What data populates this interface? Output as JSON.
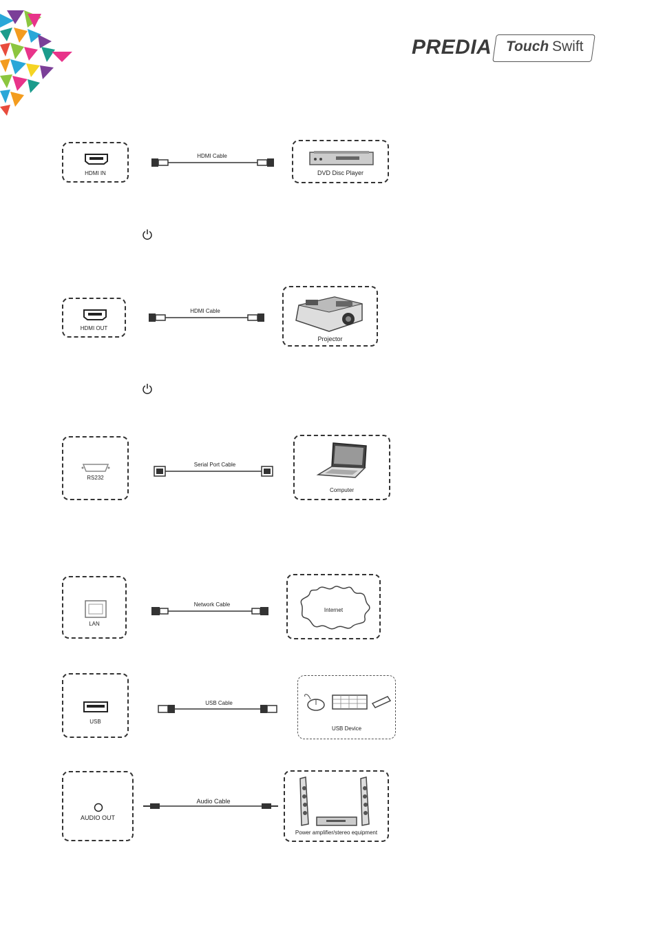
{
  "brand": {
    "name": "PREDIA",
    "product_bold": "Touch",
    "product_light": "Swift"
  },
  "diagrams": [
    {
      "id": "hdmi-in",
      "port_label": "HDMI IN",
      "cable_label": "HDMI Cable",
      "device_label": "DVD Disc Player"
    },
    {
      "id": "hdmi-out",
      "port_label": "HDMI OUT",
      "cable_label": "HDMI Cable",
      "device_label": "Projector"
    },
    {
      "id": "rs232",
      "port_label": "RS232",
      "cable_label": "Serial Port Cable",
      "device_label": "Computer"
    },
    {
      "id": "lan",
      "port_label": "LAN",
      "cable_label": "Network Cable",
      "device_label": "Internet"
    },
    {
      "id": "usb",
      "port_label": "USB",
      "cable_label": "USB Cable",
      "device_label": "USB Device"
    },
    {
      "id": "audio",
      "port_label": "AUDIO OUT",
      "cable_label": "Audio Cable",
      "device_label": "Power amplifier/stereo equipment"
    }
  ],
  "icons": {
    "power": "power-icon",
    "corner": "triangle-mosaic-decoration"
  },
  "colors": {
    "mosaic": [
      "#e8348a",
      "#2aa7d8",
      "#8cc63f",
      "#f39c1f",
      "#7b3f98",
      "#1b9c8c",
      "#f5d423",
      "#e84c3d"
    ]
  }
}
